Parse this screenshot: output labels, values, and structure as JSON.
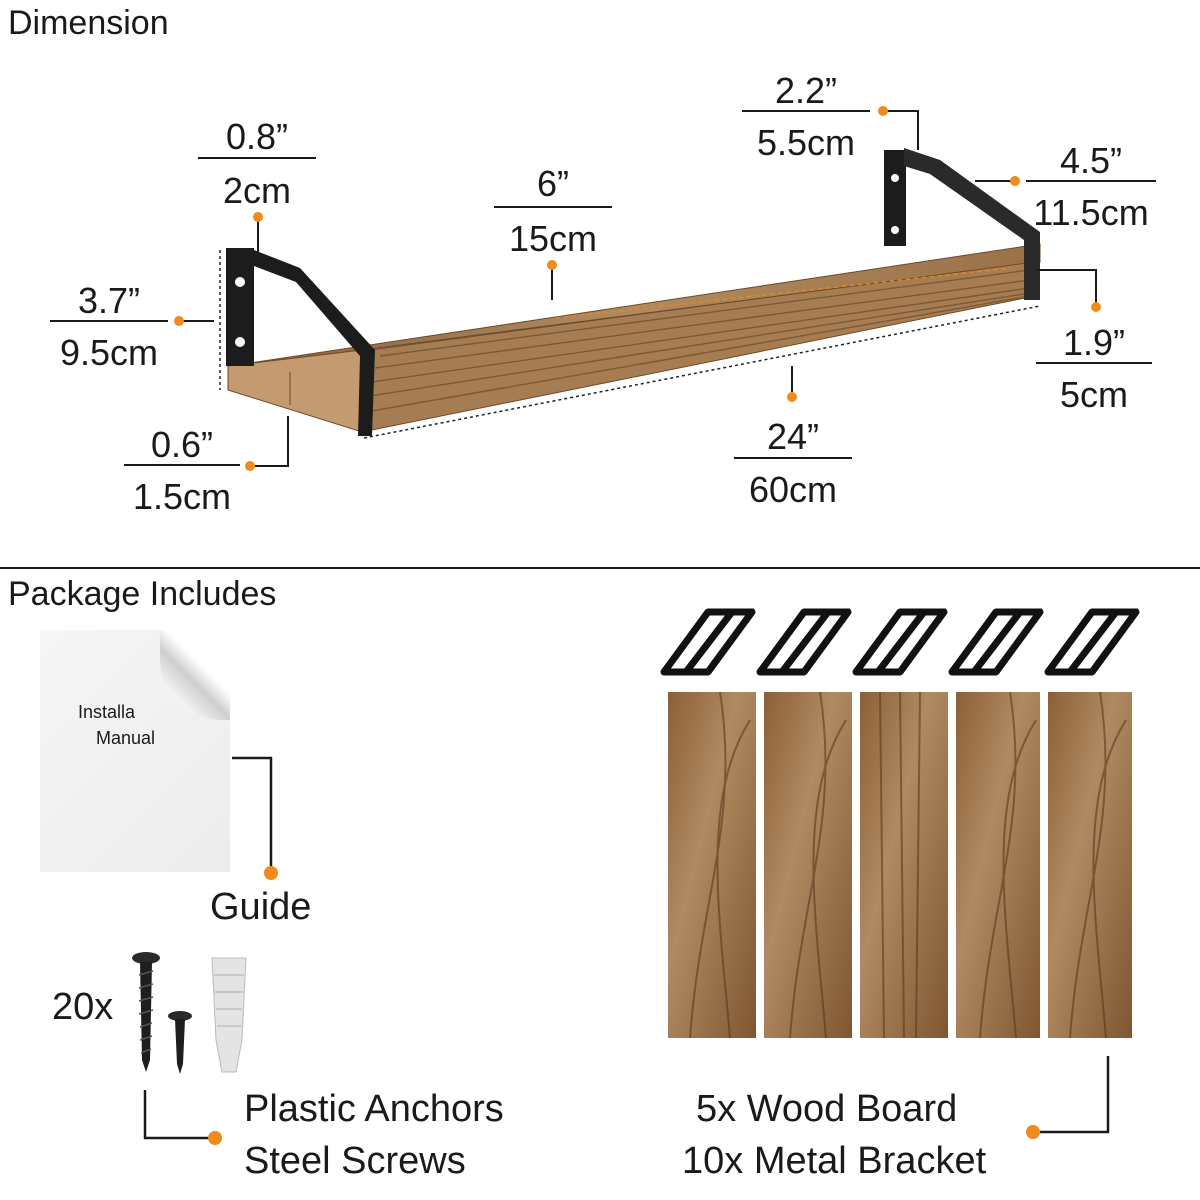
{
  "sections": {
    "dimension_title": "Dimension",
    "package_title": "Package Includes"
  },
  "dimensions": {
    "bracket_width": {
      "inch": "0.8”",
      "cm": "2cm"
    },
    "board_depth": {
      "inch": "6”",
      "cm": "15cm"
    },
    "bracket_top": {
      "inch": "2.2”",
      "cm": "5.5cm"
    },
    "bracket_arm": {
      "inch": "4.5”",
      "cm": "11.5cm"
    },
    "bracket_height": {
      "inch": "3.7”",
      "cm": "9.5cm"
    },
    "lip_height": {
      "inch": "1.9”",
      "cm": "5cm"
    },
    "board_thickness": {
      "inch": "0.6”",
      "cm": "1.5cm"
    },
    "board_length": {
      "inch": "24”",
      "cm": "60cm"
    }
  },
  "package": {
    "manual_line1": "Installa",
    "manual_line2": "Manual",
    "guide_label": "Guide",
    "hardware_count": "20x",
    "hardware_line1": "Plastic Anchors",
    "hardware_line2": "Steel Screws",
    "boards_line1": "5x Wood Board",
    "boards_line2": "10x Metal Bracket"
  },
  "colors": {
    "accent": "#f08a1c",
    "wood": "#a67d52",
    "metal": "#1c1c1c"
  }
}
